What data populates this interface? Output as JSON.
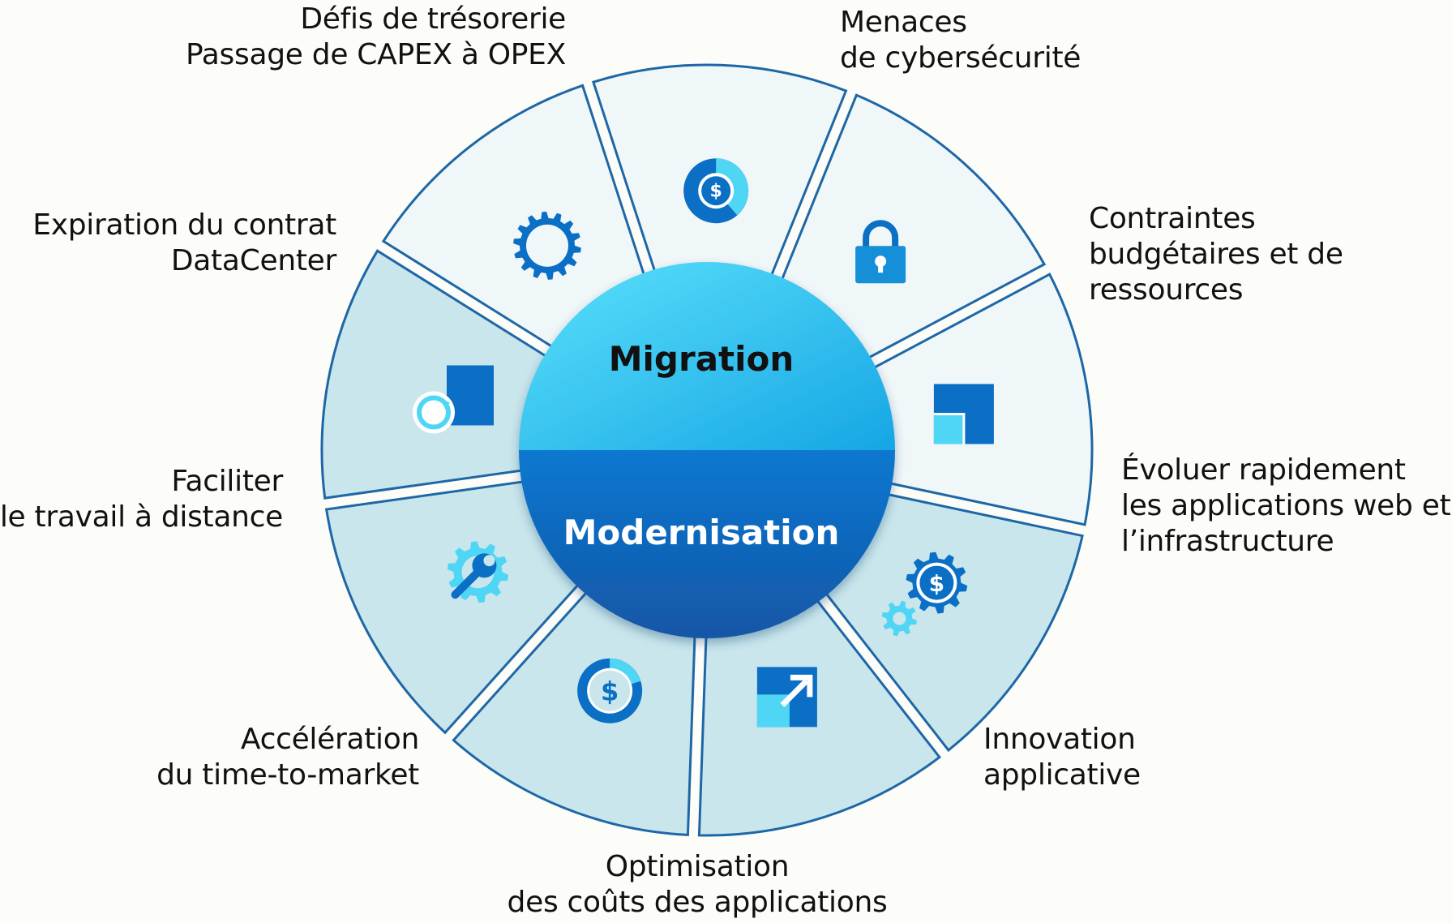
{
  "hub": {
    "top_label": "Migration",
    "bottom_label": "Modernisation",
    "top_color": "#3fd2f3",
    "bottom_color": "#0a6fc5",
    "top_text_color": "#111111",
    "bottom_text_color": "#ffffff"
  },
  "colors": {
    "segment_light": "#f0f7f8",
    "segment_tint": "#c9e6ec",
    "outline": "#1e67a6",
    "icon_dark": "#0a6fc5",
    "icon_mid": "#1590d8",
    "icon_light": "#4fd6f5"
  },
  "segments": [
    {
      "id": "cash",
      "lines": [
        "Défis de trésorerie",
        "Passage de CAPEX à OPEX"
      ],
      "icon": "dollar-donut-icon",
      "group": "migration"
    },
    {
      "id": "cyber",
      "lines": [
        "Menaces",
        "de cybersécurité"
      ],
      "icon": "lock-icon",
      "group": "migration"
    },
    {
      "id": "budget",
      "lines": [
        "Contraintes",
        "budgétaires et de",
        "ressources"
      ],
      "icon": "resize-squares-icon",
      "group": "migration"
    },
    {
      "id": "scale",
      "lines": [
        "Évoluer rapidement",
        "les applications web et",
        "l’infrastructure"
      ],
      "icon": "dollar-gears-icon",
      "group": "modernisation"
    },
    {
      "id": "innovation",
      "lines": [
        "Innovation",
        "applicative"
      ],
      "icon": "expand-arrow-icon",
      "group": "modernisation"
    },
    {
      "id": "costs",
      "lines": [
        "Optimisation",
        "des coûts des applications"
      ],
      "icon": "dollar-circle-icon",
      "group": "modernisation"
    },
    {
      "id": "ttm",
      "lines": [
        "Accélération",
        "du time-to-market"
      ],
      "icon": "gear-wrench-icon",
      "group": "modernisation"
    },
    {
      "id": "remote",
      "lines": [
        "Faciliter",
        "le travail à distance"
      ],
      "icon": "remote-refresh-icon",
      "group": "modernisation"
    },
    {
      "id": "datacenter",
      "lines": [
        "Expiration du contrat",
        "DataCenter"
      ],
      "icon": "gear-ring-icon",
      "group": "migration"
    }
  ]
}
